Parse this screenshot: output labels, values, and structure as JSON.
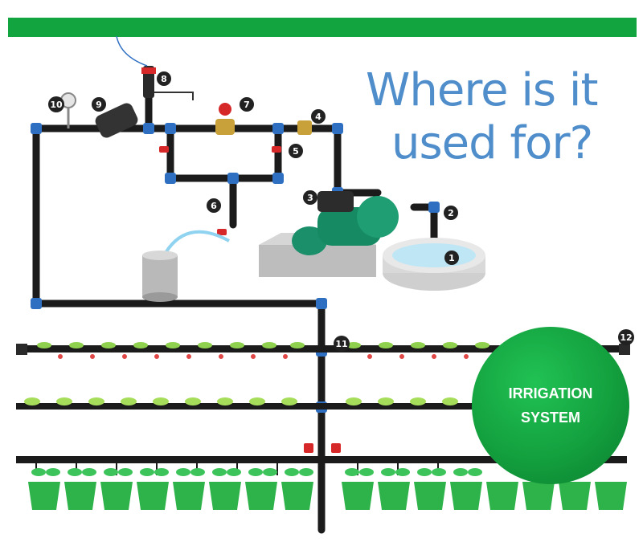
{
  "headline": {
    "line1": "Where is it",
    "line2": "used for?"
  },
  "badge": {
    "line1": "IRRIGATION",
    "line2": "SYSTEM"
  },
  "callouts": [
    "1",
    "2",
    "3",
    "4",
    "5",
    "6",
    "7",
    "8",
    "9",
    "10",
    "11",
    "12"
  ],
  "colors": {
    "brand_green": "#12a53f",
    "headline_blue": "#4f8ecb",
    "pipe": "#1b1b1b",
    "fitting_blue": "#2f6fc2",
    "valve_red": "#d62828",
    "brass": "#c9a13b"
  }
}
